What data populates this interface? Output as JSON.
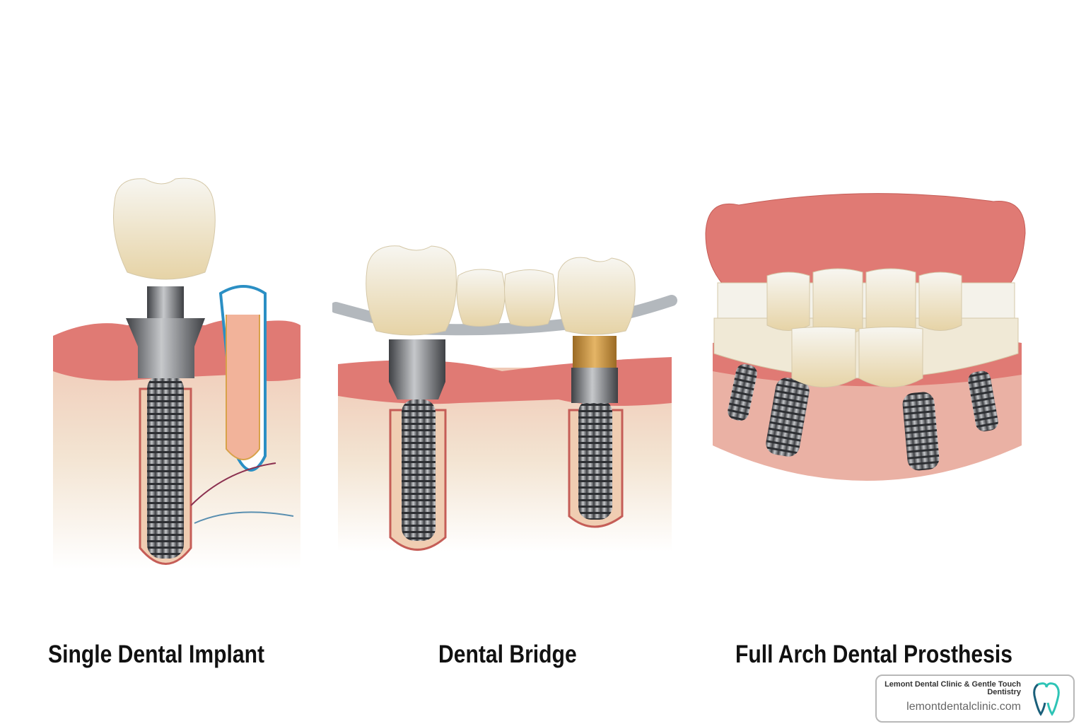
{
  "panels": [
    {
      "label": "Single Dental Implant"
    },
    {
      "label": "Dental Bridge"
    },
    {
      "label": "Full Arch Dental Prosthesis"
    }
  ],
  "badge": {
    "name": "Lemont Dental Clinic & Gentle Touch Dentistry",
    "url": "lemontdentalclinic.com",
    "logo_icon": "tooth-icon",
    "logo_colors": [
      "#1a5f7a",
      "#2ec4b6"
    ]
  },
  "colors": {
    "gum": "#e07a74",
    "bone": "#f3e6d6",
    "crown": "#f2eee2",
    "implant": "#6b6e72"
  }
}
